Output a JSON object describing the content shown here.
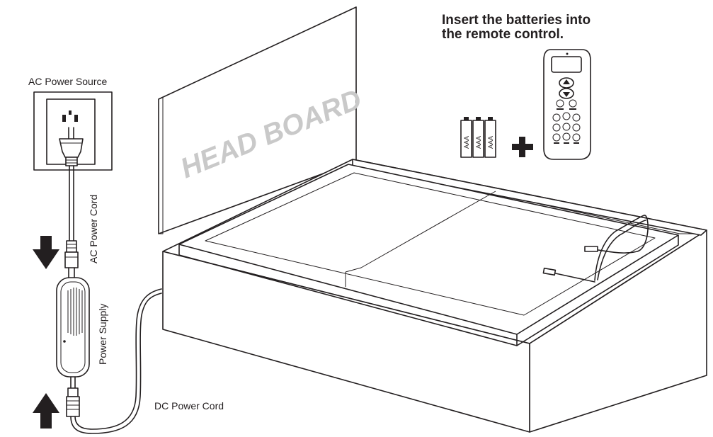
{
  "instruction": {
    "line1": "Insert the batteries into",
    "line2": "the remote control."
  },
  "labels": {
    "ac_power_source": "AC Power Source",
    "ac_power_cord": "AC Power Cord",
    "power_supply": "Power Supply",
    "dc_power_cord": "DC Power Cord",
    "head_board": "HEAD BOARD"
  },
  "batteries": [
    "AAA",
    "AAA",
    "AAA"
  ],
  "icons": {
    "down_arrow": "arrow-down-icon",
    "up_arrow": "arrow-up-icon",
    "plus": "plus-icon"
  },
  "colors": {
    "line": "#231f20",
    "headboard_text": "#c9c9c9"
  }
}
